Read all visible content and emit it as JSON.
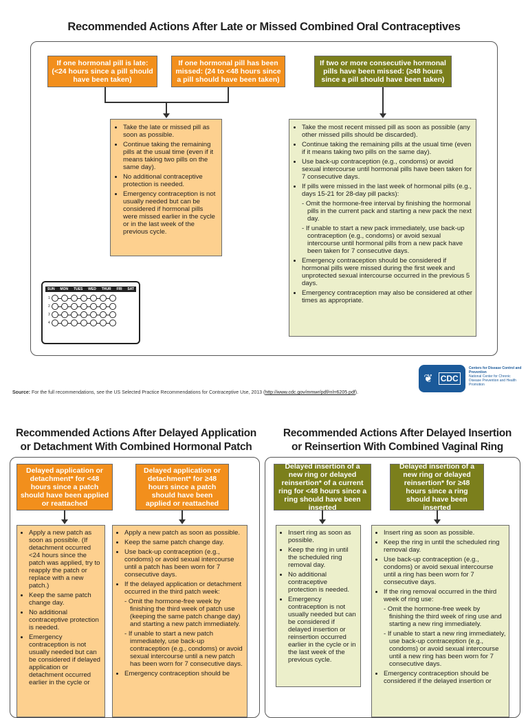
{
  "pill_section": {
    "title": "Recommended Actions After Late or Missed Combined Oral Contraceptives",
    "hdr1": "If one hormonal pill is late: (<24 hours since a pill should have been taken)",
    "hdr2": "If one hormonal pill has been missed: (24 to <48 hours since a pill should have been taken)",
    "hdr3": "If two or more consecutive hormonal pills have been missed: (≥48 hours since a pill should have been taken)",
    "box1": [
      "Take the late or missed pill as soon as possible.",
      "Continue taking the remaining pills at the usual time (even if it means taking two pills on the same day).",
      "No additional contraceptive protection is needed.",
      "Emergency contraception is not usually needed but can be considered if hormonal pills were missed earlier in the cycle or in the last week of the previous cycle."
    ],
    "box2": {
      "b1": "Take the most recent missed pill as soon as possible (any other missed pills should be discarded).",
      "b2": "Continue taking the remaining pills at the usual time (even if it means taking two pills on the same day).",
      "b3": "Use back-up contraception (e.g., condoms) or avoid sexual intercourse until hormonal pills have been taken for 7 consecutive days.",
      "b4": "If pills were missed in the last week of hormonal pills (e.g., days 15-21 for 28-day pill packs):",
      "s1": "- Omit the hormone-free interval by finishing the hormonal pills in the current pack and starting a new pack the next day.",
      "s2": "- If unable to start a new pack immediately, use back-up contraception (e.g., condoms) or avoid sexual intercourse until hormonal pills from a new pack have been taken for 7 consecutive days.",
      "b5": "Emergency contraception should be considered if hormonal pills were missed during the first week and unprotected sexual intercourse occurred in the previous 5 days.",
      "b6": "Emergency contraception may also be considered at other times as appropriate."
    },
    "pack_days": [
      "SUN",
      "MON",
      "TUES",
      "WED",
      "THUR",
      "FRI",
      "SAT"
    ],
    "pack_rows": [
      "1",
      "2",
      "3",
      "4"
    ]
  },
  "source": {
    "label": "Source:",
    "text": "For the full recommendations, see the US Selected Practice Recommendations for Contraceptive Use, 2013 (",
    "link": "http://www.cdc.gov/mmwr/pdf/rr/rr6205.pdf",
    "end": ")."
  },
  "cdc": {
    "logo": "CDC",
    "org1": "Centers for Disease Control and Prevention",
    "org2": "National Center for Chronic Disease Prevention and Health Promotion"
  },
  "patch_section": {
    "title_line1": "Recommended Actions After Delayed Application",
    "title_line2": "or Detachment With Combined Hormonal Patch",
    "hdr1": "Delayed application or detachment* for <48 hours since a patch should have been applied or reattached",
    "hdr2": "Delayed application or detachment* for ≥48 hours since a patch should have been applied or reattached",
    "box1": [
      "Apply a new patch as soon as possible. (If detachment occurred <24 hours since the patch was applied, try to reapply the patch or replace with a new patch.)",
      "Keep the same patch change day.",
      "No additional contraceptive protection is needed.",
      "Emergency contraception is not usually needed but can be considered if delayed application or detachment occurred earlier in the cycle or"
    ],
    "box2": {
      "b1": "Apply a new patch as soon as possible.",
      "b2": "Keep the same patch change day.",
      "b3": "Use back-up contraception (e.g., condoms) or avoid sexual intercourse until a patch has been worn for 7 consecutive days.",
      "b4": "If the delayed application or detachment occurred in the third patch week:",
      "s1": "- Omit the hormone-free week by finishing the third week of patch use (keeping the same patch change day) and starting a new patch immediately.",
      "s2": "- If unable to start a new patch immediately, use back-up contraception (e.g., condoms) or avoid sexual intercourse until a new patch has been worn for 7 consecutive days.",
      "b5": "Emergency contraception should be"
    }
  },
  "ring_section": {
    "title_line1": "Recommended Actions After Delayed Insertion",
    "title_line2": "or Reinsertion With Combined Vaginal Ring",
    "hdr1": "Delayed insertion of a new ring or delayed reinsertion* of a current ring for <48 hours since a ring should have been inserted",
    "hdr2": "Delayed insertion of a new ring or delayed reinsertion* for ≥48 hours since a ring should have been inserted",
    "box1": [
      "Insert ring as soon as possible.",
      "Keep the ring in until the scheduled ring removal day.",
      "No additional contraceptive protection is needed.",
      "Emergency contraception is not usually needed but can be considered if delayed insertion or reinsertion occurred earlier in the cycle or in the last week of the previous cycle."
    ],
    "box2": {
      "b1": "Insert ring as soon as possible.",
      "b2": "Keep the ring in until the scheduled ring removal day.",
      "b3": "Use back-up contraception (e.g., condoms) or avoid sexual intercourse until a ring has been worn for 7 consecutive days.",
      "b4": "If the ring removal occurred in the third week of ring use:",
      "s1": "- Omit the hormone-free week by finishing the third week of ring use and starting a new ring immediately.",
      "s2": "- If unable to start a new ring immediately, use back-up contraception (e.g., condoms) or avoid sexual intercourse until a new ring has been worn for 7 consecutive days.",
      "b5": "Emergency contraception should be considered if the delayed insertion or"
    }
  },
  "colors": {
    "orange": "#f28f1c",
    "olive": "#7b7f1c",
    "peach": "#fdd08f",
    "pale_green": "#ecefcb"
  }
}
